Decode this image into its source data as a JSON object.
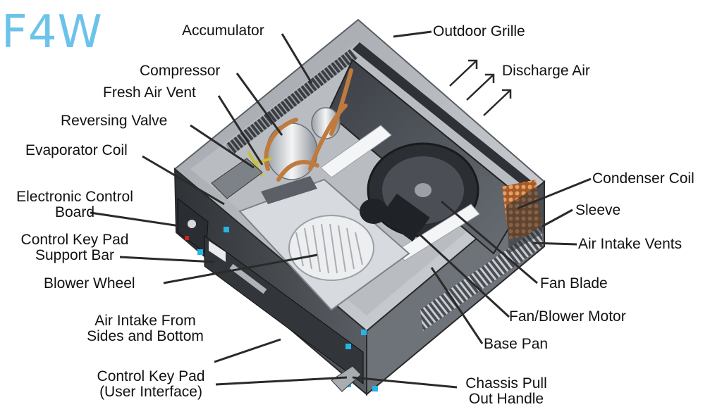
{
  "brand": {
    "text": "F4W",
    "color": "#6cc3ea"
  },
  "diagram": {
    "labels": {
      "accumulator": "Accumulator",
      "outdoor_grille": "Outdoor Grille",
      "compressor": "Compressor",
      "discharge_air": "Discharge Air",
      "fresh_air_vent": "Fresh Air Vent",
      "reversing_valve": "Reversing Valve",
      "evaporator_coil": "Evaporator Coil",
      "condenser_coil": "Condenser Coil",
      "electronic_control_board_1": "Electronic Control",
      "electronic_control_board_2": "Board",
      "sleeve": "Sleeve",
      "control_key_pad_support_bar_1": "Control Key Pad",
      "control_key_pad_support_bar_2": "Support Bar",
      "air_intake_vents": "Air Intake Vents",
      "blower_wheel": "Blower Wheel",
      "fan_blade": "Fan Blade",
      "fan_blower_motor": "Fan/Blower Motor",
      "air_intake_sides_bottom_1": "Air Intake From",
      "air_intake_sides_bottom_2": "Sides and Bottom",
      "base_pan": "Base Pan",
      "control_key_pad_ui_1": "Control Key Pad",
      "control_key_pad_ui_2": "(User Interface)",
      "chassis_pull_out_handle_1": "Chassis Pull",
      "chassis_pull_out_handle_2": "Out Handle"
    }
  },
  "colors": {
    "leader_line": "#2a2a2a",
    "chassis_dark": "#3a3d42",
    "chassis_mid": "#8c9096",
    "chassis_light": "#c9ccd0",
    "panel_white": "#eef0f2",
    "copper": "#c07a3e",
    "accent_cyan": "#27b4e6"
  }
}
